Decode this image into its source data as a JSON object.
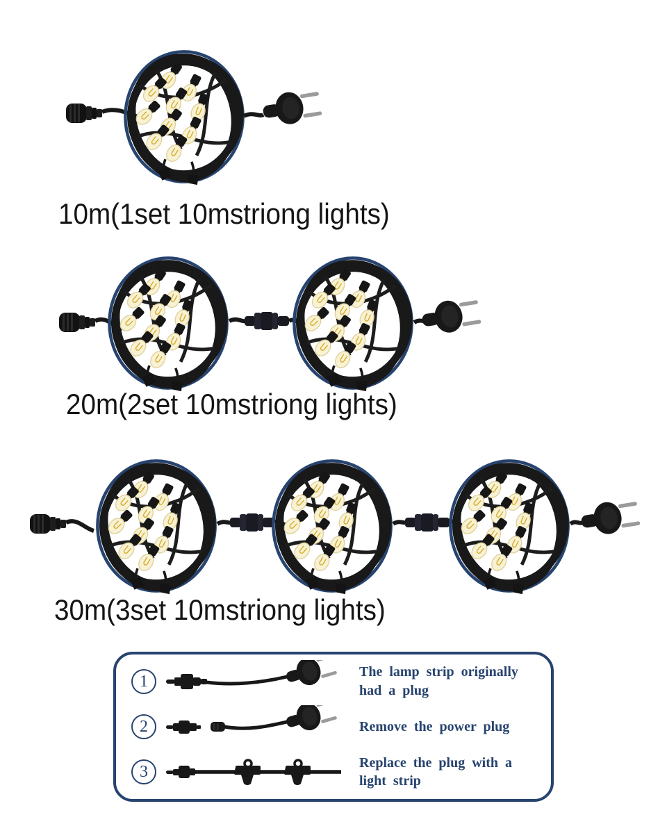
{
  "colors": {
    "accent_navy": "#27436f",
    "label_text": "#141414",
    "cable_black": "#181818",
    "bulb_warm": "#f8f2d4",
    "pin_gray": "#9b9b9b"
  },
  "products": [
    {
      "id": "10m",
      "label": "10m(1set 10mstriong lights)",
      "sets": 1
    },
    {
      "id": "20m",
      "label": "20m(2set 10mstriong lights)",
      "sets": 2
    },
    {
      "id": "30m",
      "label": "30m(3set 10mstriong lights)",
      "sets": 3
    }
  ],
  "instructions": {
    "steps": [
      {
        "number": "1",
        "text": "The lamp strip originally had a plug"
      },
      {
        "number": "2",
        "text": "Remove the power plug"
      },
      {
        "number": "3",
        "text": "Replace the plug with a light strip"
      }
    ]
  }
}
